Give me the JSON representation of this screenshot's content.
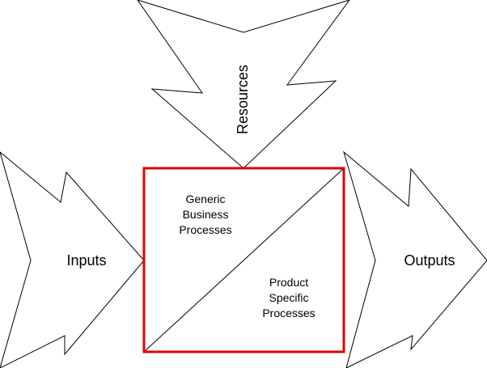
{
  "colors": {
    "process_box_border": "#e00000",
    "outline": "#000000",
    "background": "#ffffff"
  },
  "labels": {
    "resources": "Resources",
    "inputs": "Inputs",
    "outputs": "Outputs",
    "generic": [
      "Generic",
      "Business",
      "Processes"
    ],
    "product": [
      "Product",
      "Specific",
      "Processes"
    ]
  }
}
